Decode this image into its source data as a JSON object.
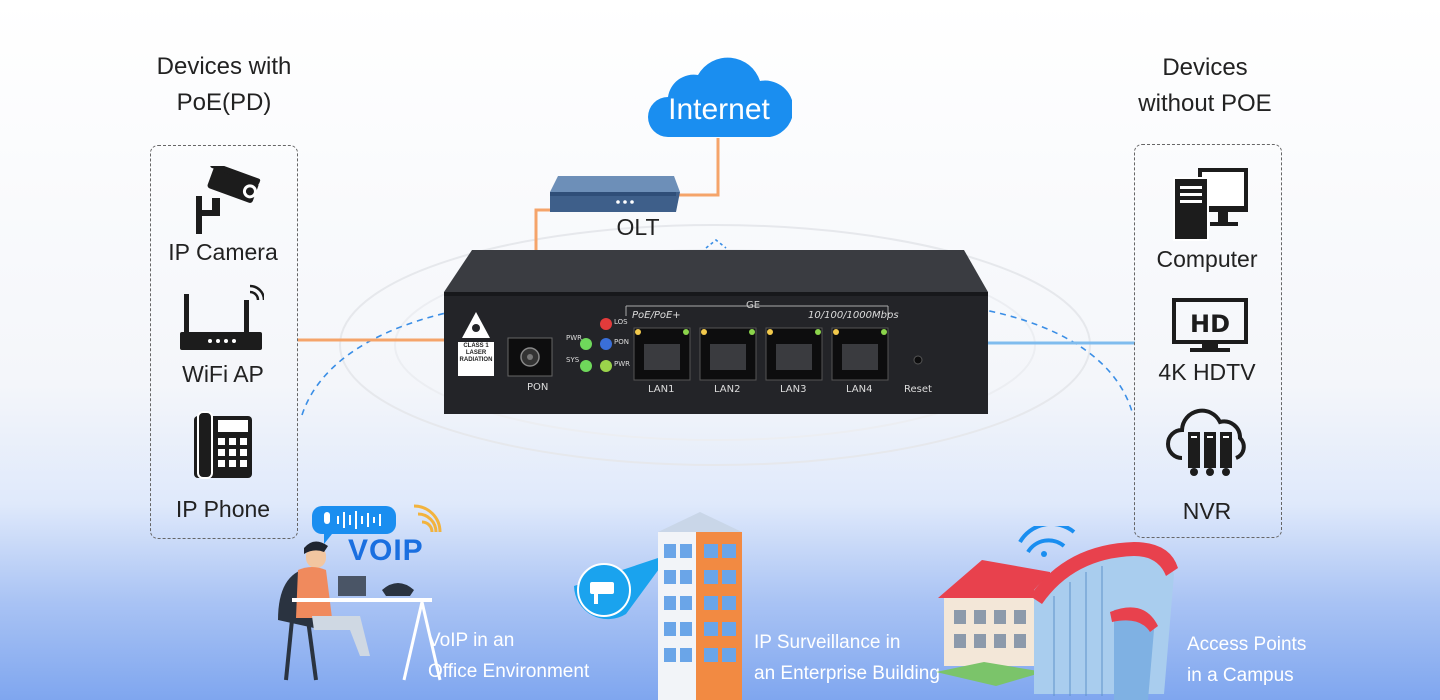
{
  "left_group": {
    "title_line1": "Devices with",
    "title_line2": "PoE(PD)",
    "items": [
      {
        "icon": "cctv-camera-icon",
        "label": "IP Camera"
      },
      {
        "icon": "wifi-router-icon",
        "label": "WiFi AP"
      },
      {
        "icon": "desk-phone-icon",
        "label": "IP Phone"
      }
    ]
  },
  "right_group": {
    "title_line1": "Devices",
    "title_line2": "without POE",
    "items": [
      {
        "icon": "desktop-computer-icon",
        "label": "Computer"
      },
      {
        "icon": "hdtv-icon",
        "label": "4K HDTV",
        "screen_text": "HD"
      },
      {
        "icon": "cloud-nvr-icon",
        "label": "NVR"
      }
    ]
  },
  "cloud": {
    "label": "Internet",
    "color": "#1a8ef0"
  },
  "olt": {
    "label": "OLT"
  },
  "device": {
    "ge_label": "GE",
    "poe_label": "PoE/PoE+",
    "speed_label": "10/100/1000Mbps",
    "pon_label": "PON",
    "laser_label_lines": [
      "CLASS 1",
      "LASER",
      "RADIATION"
    ],
    "led_left": [
      "PWR",
      "SYS"
    ],
    "led_right": [
      "LOS",
      "PON",
      "PWR"
    ],
    "ports": [
      "LAN1",
      "LAN2",
      "LAN3",
      "LAN4"
    ],
    "reset_label": "Reset"
  },
  "scenarios": [
    {
      "line1": "VoIP in an",
      "line2": "Office Environment",
      "badge": "VOIP"
    },
    {
      "line1": "IP Surveillance in",
      "line2": "an Enterprise Building"
    },
    {
      "line1": "Access Points",
      "line2": "in a Campus"
    }
  ],
  "colors": {
    "fiber_line": "#f5a46a",
    "ethernet_line": "#7fbcee",
    "cloud_blue": "#1a8ef0",
    "roof_red": "#e8414d",
    "device_body": "#2a2c30"
  }
}
